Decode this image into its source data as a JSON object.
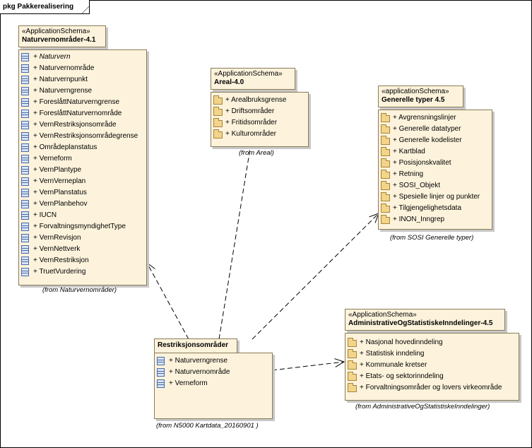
{
  "frame_title": "pkg Pakkerealisering",
  "packages": {
    "naturvern": {
      "stereotype": "«ApplicationSchema»",
      "name": "Naturvernområder-4.1",
      "from": "(from Naturvernområder)",
      "items": [
        "+ Naturvern",
        "+ Naturvernområde",
        "+ Naturvernpunkt",
        "+ Naturverngrense",
        "+ ForeslåttNaturverngrense",
        "+ ForeslåttNaturvernområde",
        "+ VernRestriksjonsområde",
        "+ VernRestriksjonsområdegrense",
        "+ Områdeplanstatus",
        "+ Verneform",
        "+ VernPlantype",
        "+ VernVerneplan",
        "+ VernPlanstatus",
        "+ VernPlanbehov",
        "+ IUCN",
        "+ ForvaltningsmyndighetType",
        "+ VernRevisjon",
        "+ VernNettverk",
        "+ VernRestriksjon",
        "+ TruetVurdering"
      ]
    },
    "areal": {
      "stereotype": "«ApplicationSchema»",
      "name": "Areal-4.0",
      "from": "(from Areal)",
      "items": [
        "+ Arealbruksgrense",
        "+ Driftsområder",
        "+ Fritidsområder",
        "+ Kulturområder"
      ]
    },
    "generelle": {
      "stereotype": "«applicationSchema»",
      "name": "Generelle typer 4.5",
      "from": "(from SOSI Generelle typer)",
      "items": [
        "+ Avgrensningslinjer",
        "+ Generelle datatyper",
        "+ Generelle kodelister",
        "+ Kartblad",
        "+ Posisjonskvalitet",
        "+ Retning",
        "+ SOSI_Objekt",
        "+ Spesielle linjer og punkter",
        "+ Tilgjengelighetsdata",
        "+ INON_Inngrep"
      ]
    },
    "administrative": {
      "stereotype": "«ApplicationSchema»",
      "name": "AdministrativeOgStatistiskeInndelinger-4.5",
      "from": "(from AdministrativeOgStatistiskeInndelinger)",
      "items": [
        "+ Nasjonal hovedinndeling",
        "+ Statistisk inndeling",
        "+ Kommunale kretser",
        "+ Etats- og sektorinndeling",
        "+ Forvaltningsområder og lovers virkeområde"
      ]
    },
    "restriksjon": {
      "name": "Restriksjonsområder",
      "from": "(from N5000 Kartdata_20160901 )",
      "items": [
        "+ Naturverngrense",
        "+ Naturvernområde",
        "+ Verneform"
      ]
    }
  }
}
